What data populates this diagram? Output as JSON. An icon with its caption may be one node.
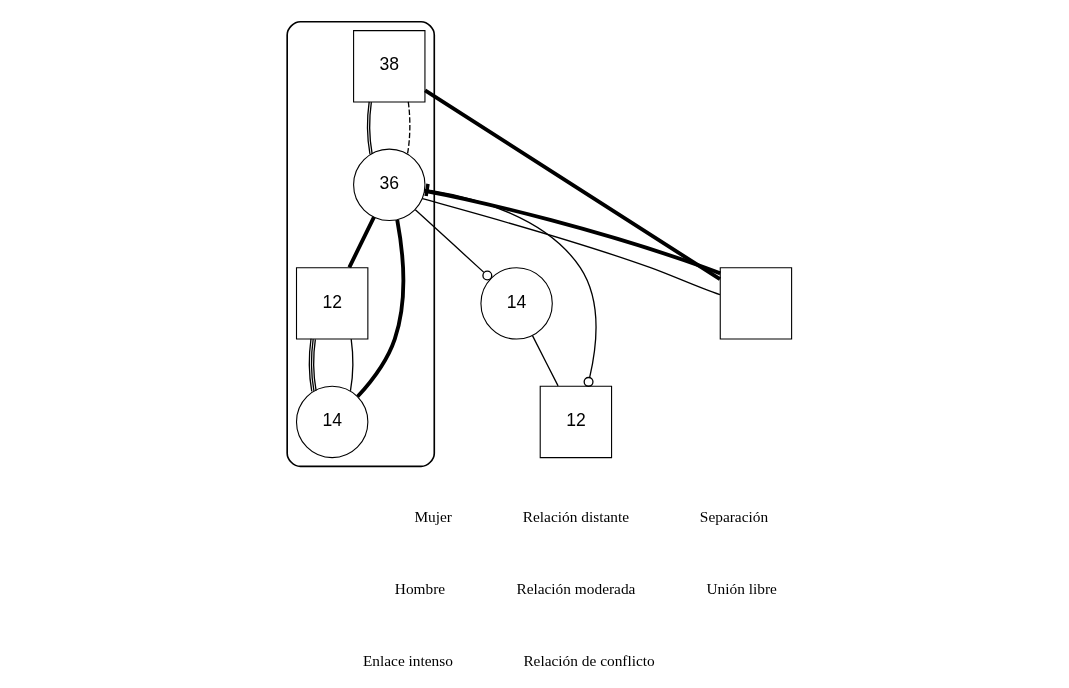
{
  "diagram": {
    "nodes": [
      {
        "text": [],
        "shape": "cloud"
      },
      {
        "text": [
          "38"
        ],
        "in": 0
      },
      {
        "text": [
          "36"
        ],
        "in": 0
      },
      {
        "text": [],
        "shape": "box"
      },
      {
        "text": [
          "12"
        ],
        "in": 0
      },
      {
        "text": [
          "14"
        ],
        "in": 0
      },
      {
        "text": [
          "14"
        ]
      },
      {
        "text": [
          "12"
        ]
      }
    ],
    "edges": [
      {
        "from": 1,
        "to": 2,
        "arrow": "none"
      },
      {
        "from": 1,
        "to": 2,
        "arrow": "none",
        "style": "dashed"
      },
      {
        "from": 2,
        "to": 3,
        "arrow": "none"
      },
      {
        "from": 1,
        "to": 3,
        "arrow": "none",
        "style": "thick"
      },
      {
        "from": 2,
        "to": 3,
        "arrow": "none",
        "style": "thick"
      },
      {
        "from": 2,
        "to": 4,
        "arrow": "none",
        "style": "thick"
      },
      {
        "from": 2,
        "to": 5,
        "arrow": "none",
        "style": "thick"
      },
      {
        "from": 2,
        "to": 6,
        "arrow": "other"
      },
      {
        "from": 2,
        "to": 7,
        "arrow": "other"
      },
      {
        "from": 4,
        "to": 5,
        "arrow": "none"
      },
      {
        "from": 4,
        "to": 5,
        "arrow": "none"
      },
      {
        "from": 6,
        "to": 7,
        "arrow": "none"
      }
    ],
    "legend": [
      {
        "text": "Mujer"
      },
      {
        "text": "Relación distante"
      },
      {
        "text": "Separación"
      },
      {
        "text": "Hombre"
      },
      {
        "text": "Relación moderada"
      },
      {
        "text": "Unión libre"
      },
      {
        "text": "Enlace intenso"
      },
      {
        "text": "Relación de conflicto"
      }
    ]
  }
}
